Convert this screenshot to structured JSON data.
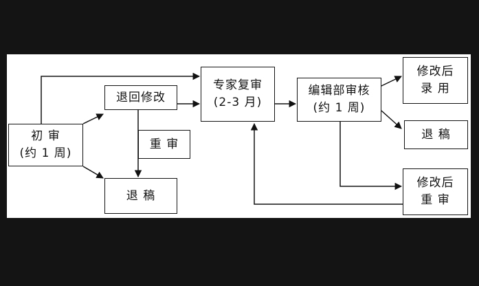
{
  "diagram": {
    "nodes": {
      "initial_review": {
        "line1": "初 审",
        "line2": "(约 1 周)"
      },
      "return_revise": {
        "line1": "退回修改"
      },
      "re_review_mid": {
        "line1": "重 审"
      },
      "reject_initial": {
        "line1": "退 稿"
      },
      "expert_review": {
        "line1": "专家复审",
        "line2": "(2-3 月)"
      },
      "editorial_review": {
        "line1": "编辑部审核",
        "line2": "(约 1 周)"
      },
      "accept_after_revision": {
        "line1": "修改后",
        "line2": "录 用"
      },
      "reject_final": {
        "line1": "退 稿"
      },
      "re_review_after_revision": {
        "line1": "修改后",
        "line2": "重 审"
      }
    },
    "colors": {
      "background": "#141414",
      "canvas": "#ffffff",
      "ink": "#111111"
    }
  }
}
